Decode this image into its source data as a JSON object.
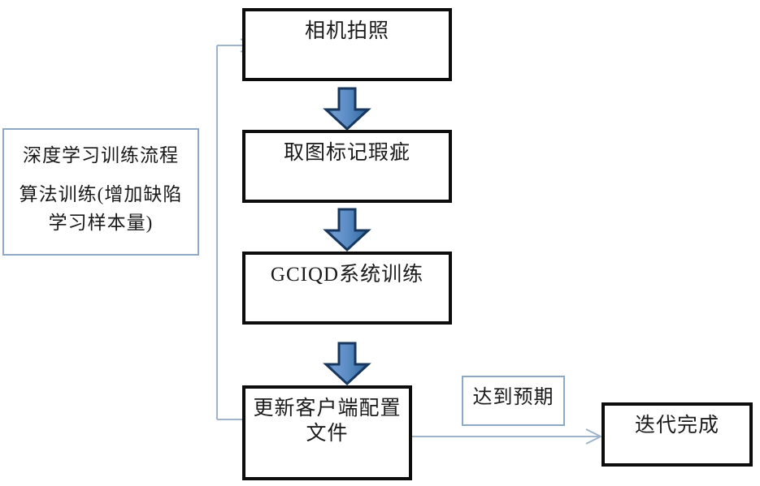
{
  "diagram": {
    "title": "深度学习训练流程",
    "nodes": [
      {
        "id": "camera",
        "label": "相机拍照"
      },
      {
        "id": "mark",
        "label": "取图标记瑕疵"
      },
      {
        "id": "gciqd",
        "label": "GCIQD系统训练"
      },
      {
        "id": "update",
        "label": "更新客户端配置\n文件"
      },
      {
        "id": "done",
        "label": "迭代完成"
      }
    ],
    "notes": [
      {
        "id": "training",
        "line1": "深度学习训练流程",
        "line2": "算法训练(增加缺陷",
        "line3": "学习样本量)"
      },
      {
        "id": "expected",
        "label": "达到预期"
      }
    ],
    "edges": [
      {
        "id": "camera-to-mark",
        "type": "block-arrow",
        "direction": "down"
      },
      {
        "id": "mark-to-gciqd",
        "type": "block-arrow",
        "direction": "down"
      },
      {
        "id": "gciqd-to-update",
        "type": "block-arrow",
        "direction": "down"
      },
      {
        "id": "update-to-done",
        "type": "thin-arrow",
        "direction": "right"
      },
      {
        "id": "update-to-camera",
        "type": "thin-arrow",
        "direction": "feedback-loop"
      }
    ],
    "colors": {
      "box_border": "#0d0d0d",
      "note_border": "#8ea9c6",
      "arrow_fill_light": "#6f9bd1",
      "arrow_fill_dark": "#2e5f8f",
      "arrow_outline": "#17375e",
      "connector_line": "#9fb4cc",
      "text": "#1a1a1a",
      "background": "#ffffff"
    }
  }
}
